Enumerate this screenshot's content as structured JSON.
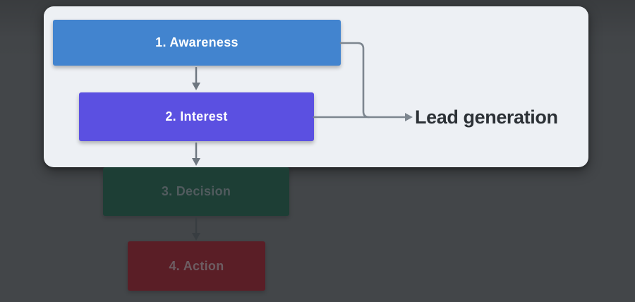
{
  "canvas": {
    "bg_color": "#434649"
  },
  "spotlight_panel": {
    "bg_color": "#edf0f4"
  },
  "steps": [
    {
      "label": "1. Awareness",
      "box_color": "#4284cf",
      "text_color": "#ffffff",
      "state": "highlighted"
    },
    {
      "label": "2. Interest",
      "box_color": "#5b50e1",
      "text_color": "#ffffff",
      "state": "highlighted"
    },
    {
      "label": "3. Decision",
      "box_color": "#1d3e35",
      "text_color": "#515b5e",
      "state": "dimmed"
    },
    {
      "label": "4. Action",
      "box_color": "#5a1e26",
      "text_color": "#6d5d62",
      "state": "dimmed"
    }
  ],
  "connectors": {
    "arrow_color": "#6e7780",
    "dimmed_arrow_color": "#383d41",
    "bracket_color": "#7d868f"
  },
  "annotation": {
    "label": "Lead generation",
    "text_color": "#2c3136"
  }
}
